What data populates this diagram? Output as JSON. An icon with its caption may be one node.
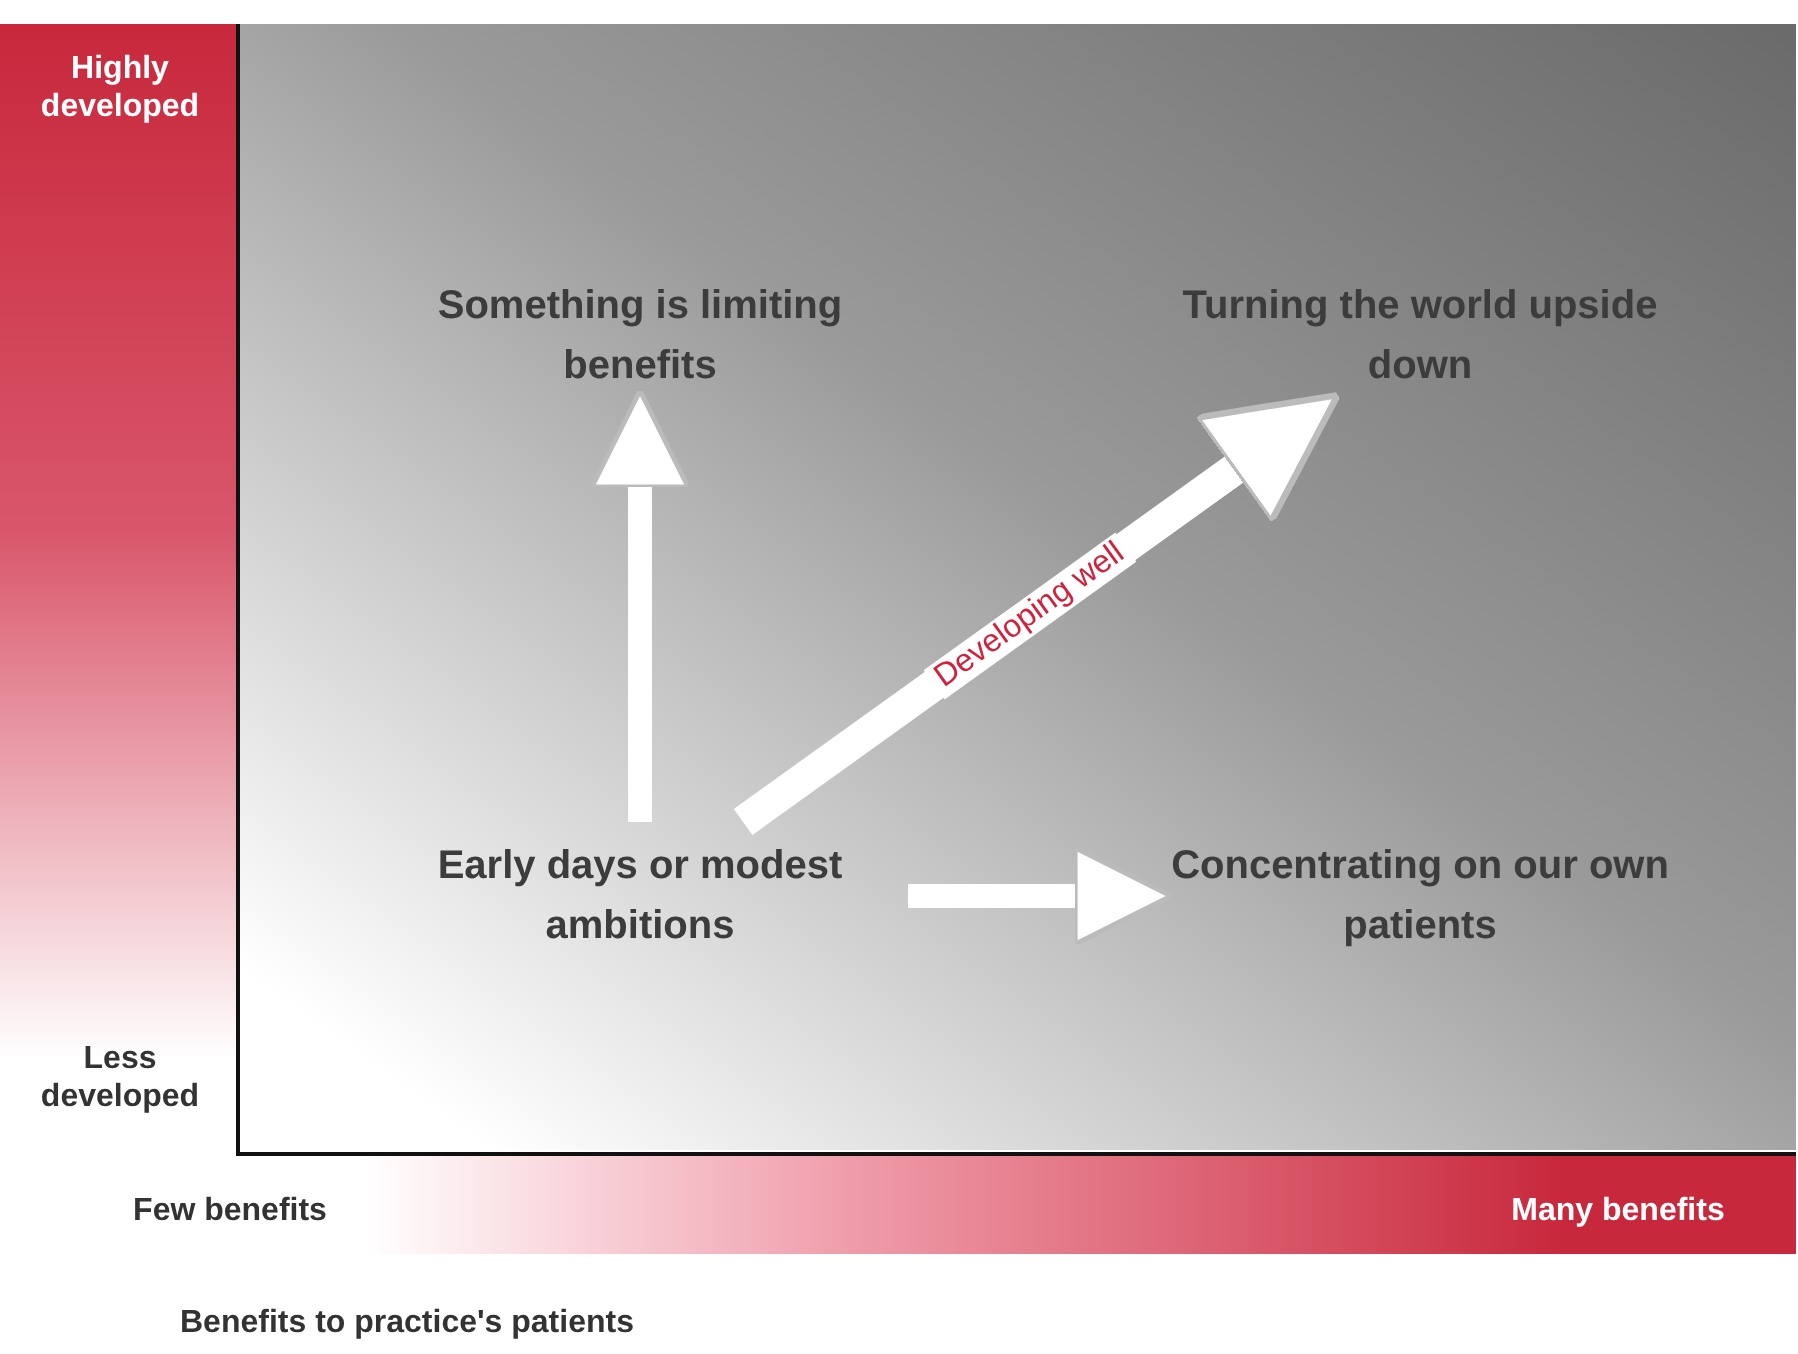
{
  "diagram": {
    "nodes": [
      {
        "text": [
          "Something is limiting benefits"
        ]
      },
      {
        "text": [
          "Turning the world upside down"
        ]
      },
      {
        "text": [
          "Early days or modest ambitions"
        ]
      },
      {
        "text": [
          "Concentrating on our own patients"
        ]
      }
    ],
    "edges": [
      {
        "from": 2,
        "to": 0,
        "arrow": "to"
      },
      {
        "from": 2,
        "to": 1,
        "arrow": "to",
        "label": "Developing well"
      },
      {
        "from": 2,
        "to": 3,
        "arrow": "to"
      }
    ],
    "labels": [
      "Highly developed",
      "Less developed",
      "Few benefits",
      "Many benefits",
      "Benefits to practice's patients"
    ]
  }
}
